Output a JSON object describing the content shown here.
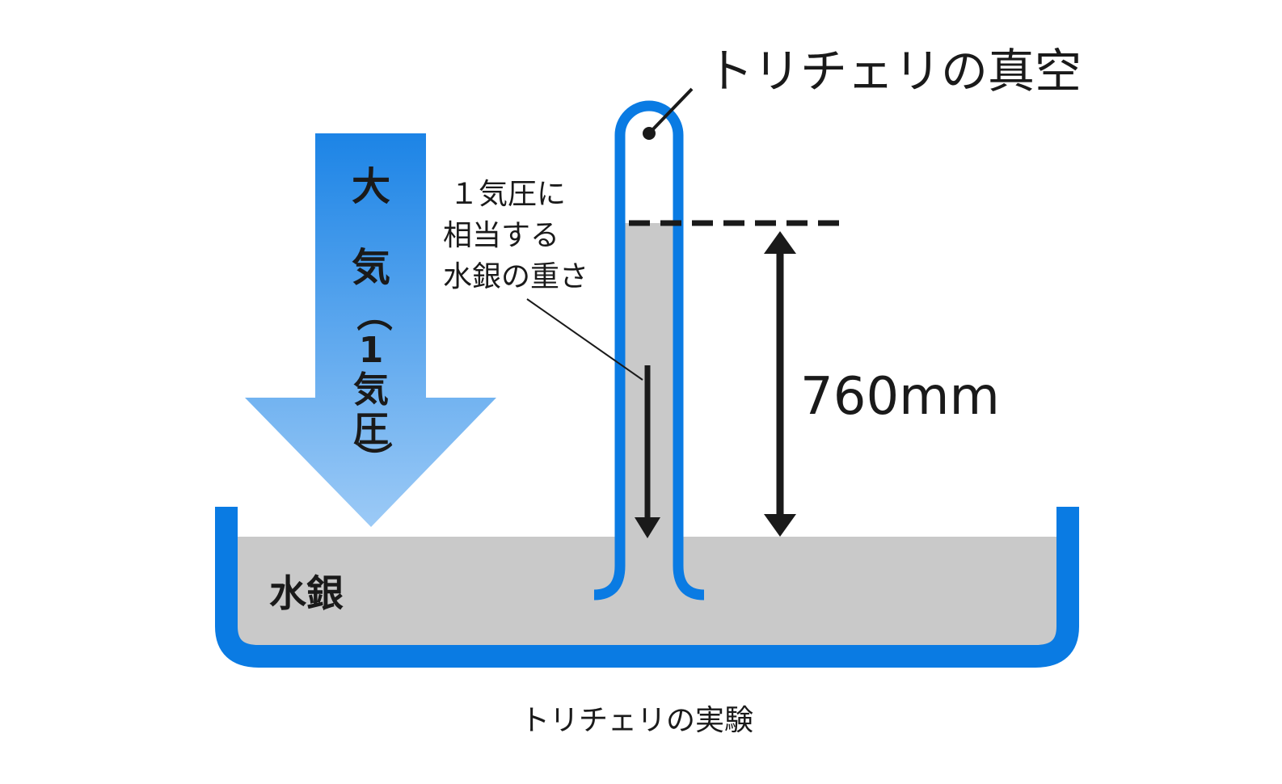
{
  "vacuum_label": "トリチェリの真空",
  "note_lines": [
    "１気圧に",
    "相当する",
    "水銀の重さ"
  ],
  "height_label": "760mm",
  "atmosphere_chars": [
    "大",
    "気",
    "（",
    "1",
    "気",
    "圧",
    "）"
  ],
  "mercury_label": "水銀",
  "caption": "トリチェリの実験",
  "colors": {
    "container_blue": "#0a7be3",
    "mercury_gray": "#c9c9c9",
    "arrow_top": "#1c84e6",
    "arrow_bottom": "#9ccaf6",
    "ink": "#1a1a1a"
  }
}
